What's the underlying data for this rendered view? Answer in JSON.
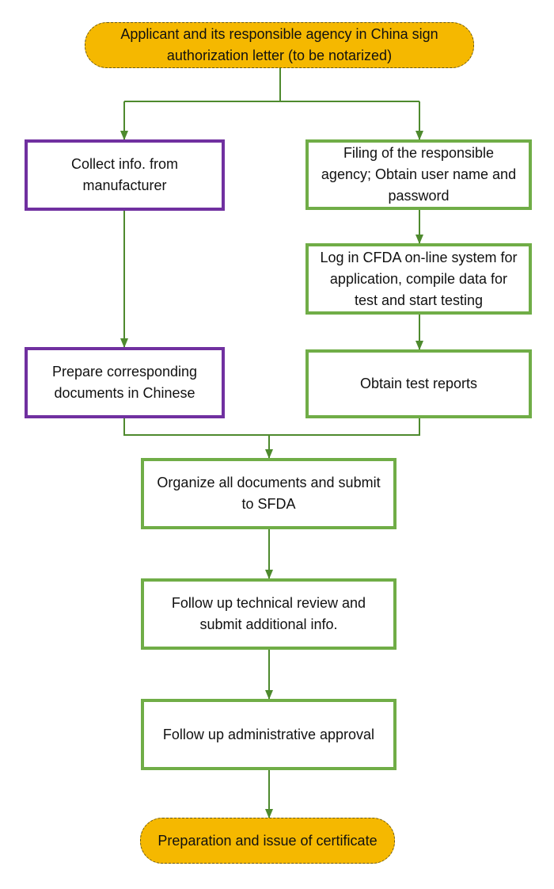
{
  "colors": {
    "terminal_fill": "#F5B800",
    "purple_border": "#7030A0",
    "green_border": "#70AD47",
    "connector": "#4E8A2E"
  },
  "flowchart": {
    "start": "Applicant and its responsible agency in China sign authorization letter (to be notarized)",
    "left_branch": [
      "Collect info. from manufacturer",
      "Prepare corresponding documents in Chinese"
    ],
    "right_branch": [
      "Filing of the responsible agency; Obtain user name and password",
      "Log in CFDA on-line system for application, compile data for test and start testing",
      "Obtain test reports"
    ],
    "steps": [
      "Organize all documents and submit to SFDA",
      "Follow up technical review and submit additional info.",
      "Follow up administrative approval"
    ],
    "end": "Preparation and issue of certificate"
  }
}
